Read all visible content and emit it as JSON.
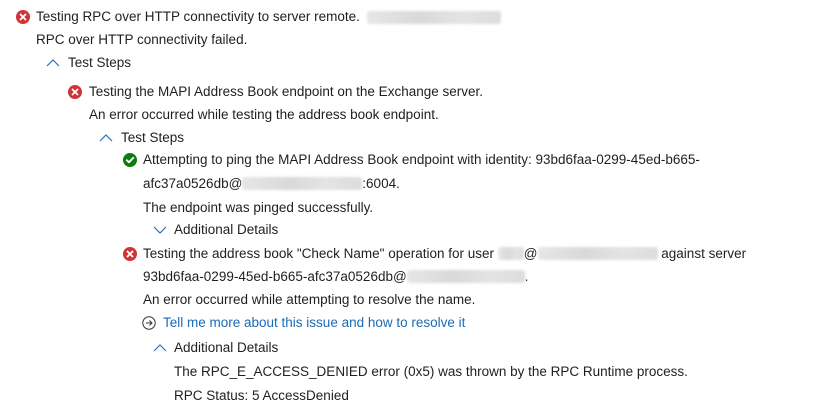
{
  "colors": {
    "error": "#d13438",
    "success": "#107c10",
    "link": "#1b6bb5",
    "chevron": "#2b6fbf",
    "text": "#1f1f1f"
  },
  "root": {
    "status": "error",
    "title": "Testing RPC over HTTP connectivity to server remote.",
    "result": "RPC over HTTP connectivity failed.",
    "test_steps_label": "Test Steps",
    "steps": [
      {
        "status": "error",
        "title": "Testing the MAPI Address Book endpoint on the Exchange server.",
        "result": "An error occurred while testing the address book endpoint.",
        "test_steps_label": "Test Steps",
        "steps": [
          {
            "status": "success",
            "title_line1": "Attempting to ping the MAPI Address Book endpoint with identity: 93bd6faa-0299-45ed-b665-",
            "title_line2_prefix": "afc37a0526db@",
            "title_line2_suffix": ":6004.",
            "result": "The endpoint was pinged successfully.",
            "details_label": "Additional Details",
            "details_expanded": false
          },
          {
            "status": "error",
            "title_line1_prefix": "Testing the address book \"Check Name\" operation for user",
            "title_line1_at": "@",
            "title_line1_suffix": "against server",
            "title_line2_prefix": "93bd6faa-0299-45ed-b665-afc37a0526db@",
            "title_line2_suffix": ".",
            "result": "An error occurred while attempting to resolve the name.",
            "help_link": "Tell me more about this issue and how to resolve it",
            "details_label": "Additional Details",
            "details_expanded": true,
            "details": [
              "The RPC_E_ACCESS_DENIED error (0x5) was thrown by the RPC Runtime process.",
              "RPC Status: 5 AccessDenied"
            ]
          }
        ]
      }
    ]
  }
}
